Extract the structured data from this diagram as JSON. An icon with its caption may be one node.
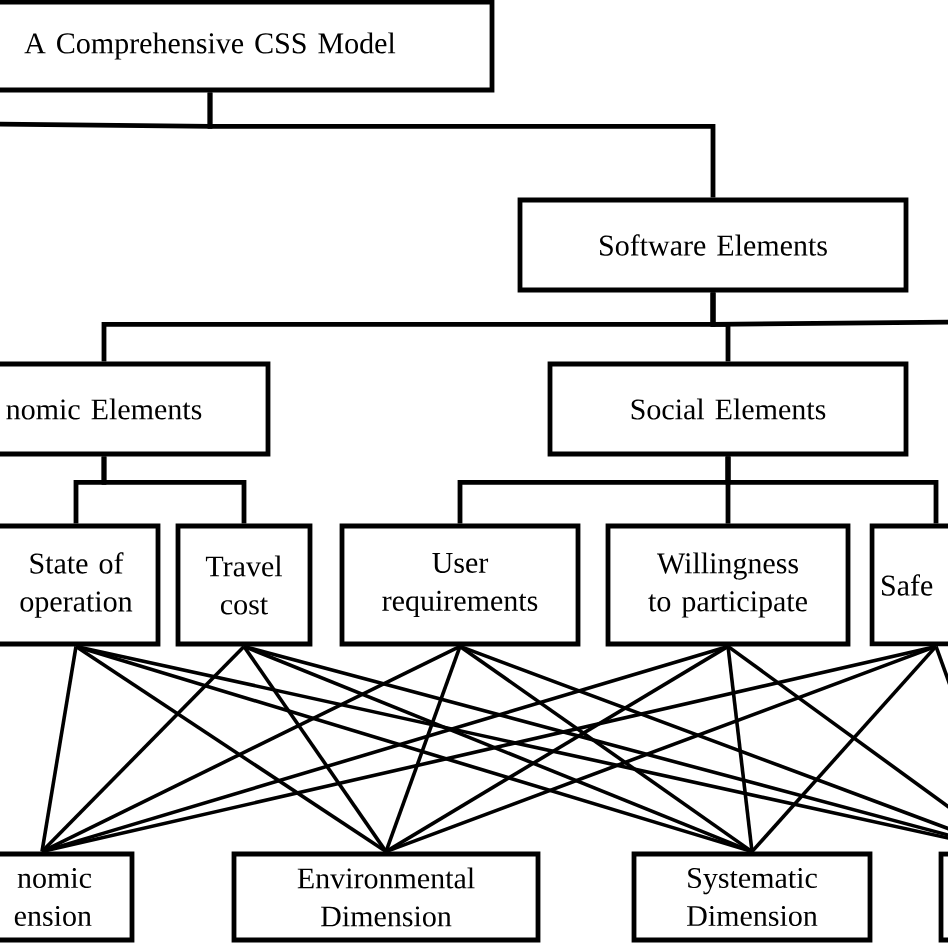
{
  "diagram": {
    "nodes": [
      {
        "text": [
          "A Comprehensive CSS Model"
        ]
      },
      {
        "text": [
          "Software Elements"
        ]
      },
      {
        "text": [
          "nomic Elements"
        ]
      },
      {
        "text": [
          "Social Elements"
        ]
      },
      {
        "text": [
          "State of operation"
        ]
      },
      {
        "text": [
          "Travel cost"
        ]
      },
      {
        "text": [
          "User requirements"
        ]
      },
      {
        "text": [
          "Willingness to participate"
        ]
      },
      {
        "text": [
          "Safe"
        ]
      },
      {
        "text": [
          "nomic ension"
        ]
      },
      {
        "text": [
          "Environmental Dimension"
        ]
      },
      {
        "text": [
          "Systematic Dimension"
        ]
      },
      {
        "text": [],
        "shape": "box"
      }
    ],
    "edges": [
      {
        "from": 0,
        "to": 1,
        "arrow": "none"
      },
      {
        "from": 0,
        "to": null,
        "arrow": "none"
      },
      {
        "from": 1,
        "to": 2,
        "arrow": "none"
      },
      {
        "from": 1,
        "to": 3,
        "arrow": "none"
      },
      {
        "from": 1,
        "to": null,
        "arrow": "none"
      },
      {
        "from": 2,
        "to": 4,
        "arrow": "none"
      },
      {
        "from": 2,
        "to": 5,
        "arrow": "none"
      },
      {
        "from": 3,
        "to": 6,
        "arrow": "none"
      },
      {
        "from": 3,
        "to": 7,
        "arrow": "none"
      },
      {
        "from": 3,
        "to": 8,
        "arrow": "none"
      },
      {
        "from": 4,
        "to": 9,
        "arrow": "none"
      },
      {
        "from": 4,
        "to": 10,
        "arrow": "none"
      },
      {
        "from": 4,
        "to": 11,
        "arrow": "none"
      },
      {
        "from": 4,
        "to": 12,
        "arrow": "none"
      },
      {
        "from": 5,
        "to": 9,
        "arrow": "none"
      },
      {
        "from": 5,
        "to": 10,
        "arrow": "none"
      },
      {
        "from": 5,
        "to": 11,
        "arrow": "none"
      },
      {
        "from": 5,
        "to": 12,
        "arrow": "none"
      },
      {
        "from": 6,
        "to": 9,
        "arrow": "none"
      },
      {
        "from": 6,
        "to": 10,
        "arrow": "none"
      },
      {
        "from": 6,
        "to": 11,
        "arrow": "none"
      },
      {
        "from": 6,
        "to": 12,
        "arrow": "none"
      },
      {
        "from": 7,
        "to": 9,
        "arrow": "none"
      },
      {
        "from": 7,
        "to": 10,
        "arrow": "none"
      },
      {
        "from": 7,
        "to": 11,
        "arrow": "none"
      },
      {
        "from": 7,
        "to": 12,
        "arrow": "none"
      },
      {
        "from": 8,
        "to": 9,
        "arrow": "none"
      },
      {
        "from": 8,
        "to": 10,
        "arrow": "none"
      },
      {
        "from": 8,
        "to": 11,
        "arrow": "none"
      },
      {
        "from": 8,
        "to": 12,
        "arrow": "none"
      }
    ]
  }
}
